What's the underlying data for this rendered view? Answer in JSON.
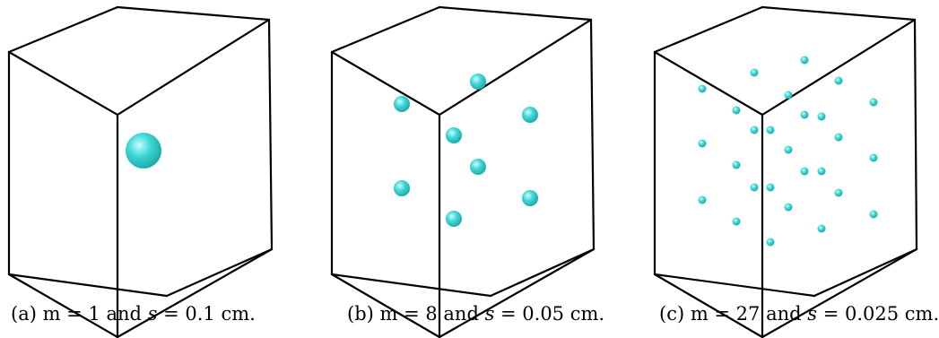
{
  "colors": {
    "sphere": "#3fd6d6",
    "sphere_highlight": "#c9ffff",
    "sphere_shadow": "#1aa6a6",
    "edges": "#000000"
  },
  "panels": [
    {
      "id": "a",
      "caption": {
        "prefix": "(a) m = 1 and ",
        "var": "s",
        "suffix": " = 0.1 cm."
      },
      "m": 1,
      "s_cm": 0.1
    },
    {
      "id": "b",
      "caption": {
        "prefix": "(b) m = 8 and ",
        "var": "s",
        "suffix": " = 0.05 cm."
      },
      "m": 8,
      "s_cm": 0.05
    },
    {
      "id": "c",
      "caption": {
        "prefix": "(c) m = 27 and ",
        "var": "s",
        "suffix": " = 0.025 cm."
      },
      "m": 27,
      "s_cm": 0.025
    }
  ]
}
